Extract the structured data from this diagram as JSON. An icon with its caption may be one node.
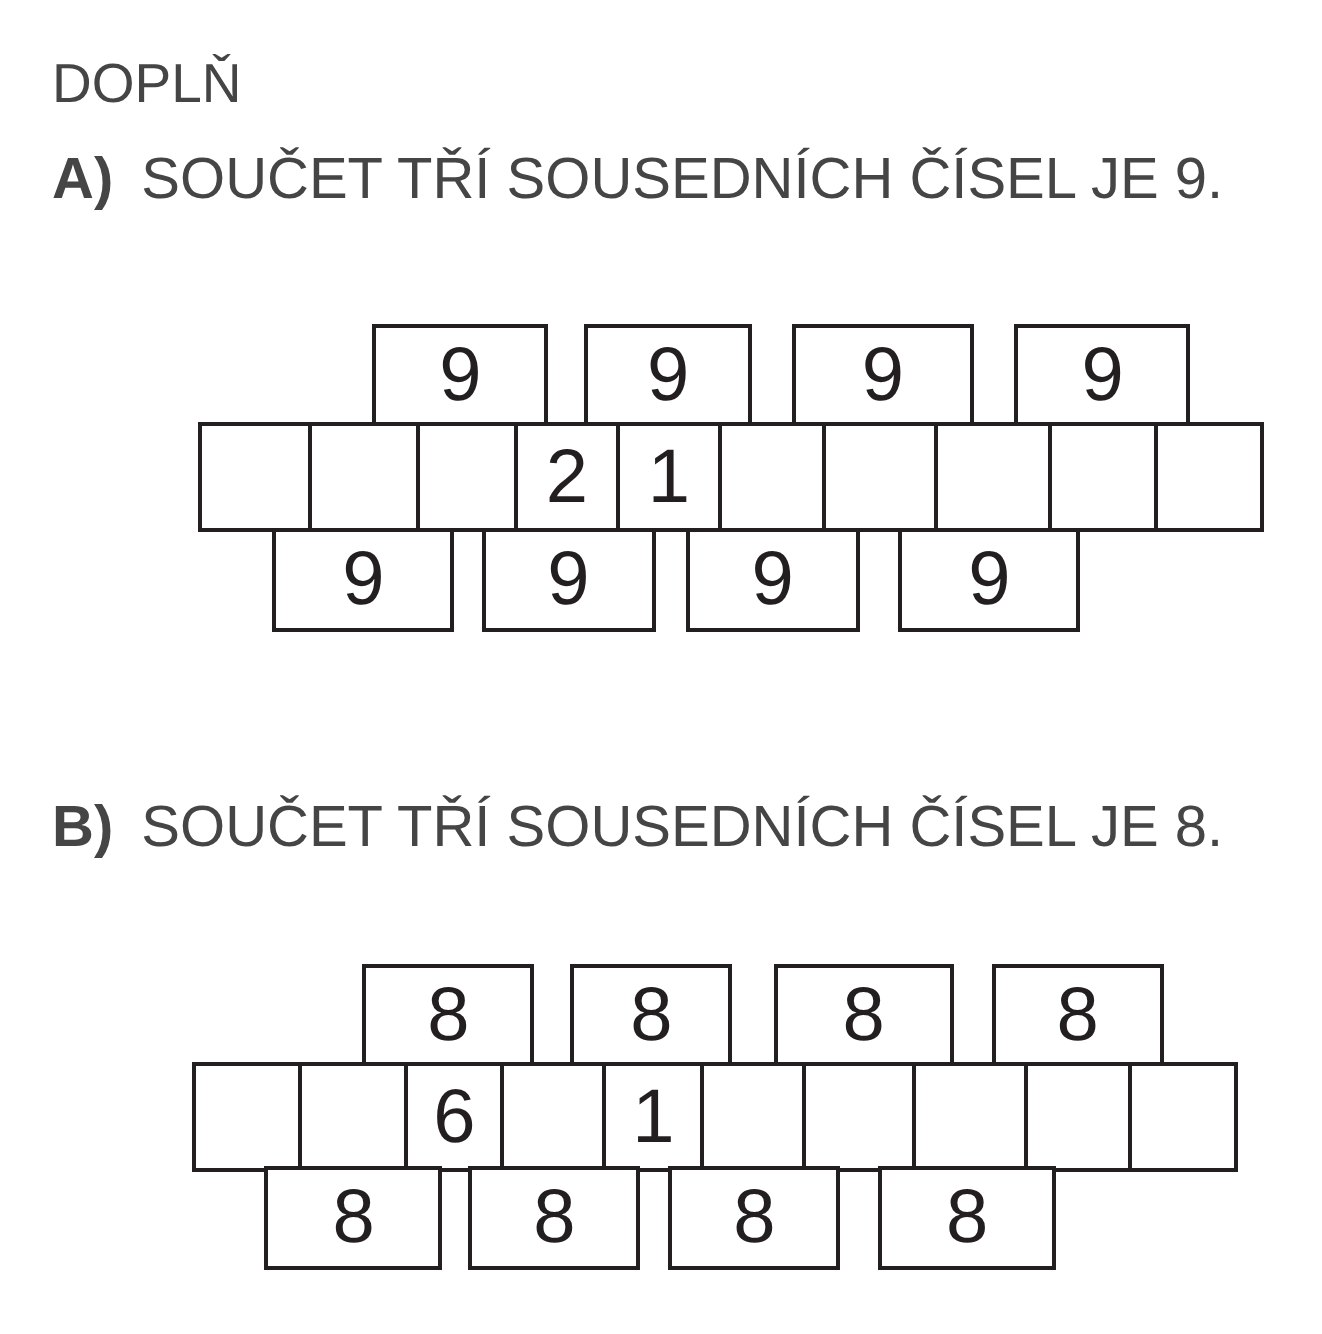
{
  "diagram": {
    "title": "DOPLŇ",
    "nodes": [
      {
        "text": [
          "9"
        ]
      },
      {
        "text": [
          "9"
        ]
      },
      {
        "text": [
          "9"
        ]
      },
      {
        "text": [
          "9"
        ]
      },
      {
        "text": [],
        "shape": "box"
      },
      {
        "text": [],
        "shape": "box"
      },
      {
        "text": [],
        "shape": "box"
      },
      {
        "text": [
          "2"
        ]
      },
      {
        "text": [
          "1"
        ]
      },
      {
        "text": [],
        "shape": "box"
      },
      {
        "text": [],
        "shape": "box"
      },
      {
        "text": [],
        "shape": "box"
      },
      {
        "text": [],
        "shape": "box"
      },
      {
        "text": [],
        "shape": "box"
      },
      {
        "text": [
          "9"
        ]
      },
      {
        "text": [
          "9"
        ]
      },
      {
        "text": [
          "9"
        ]
      },
      {
        "text": [
          "9"
        ]
      },
      {
        "text": [
          "8"
        ]
      },
      {
        "text": [
          "8"
        ]
      },
      {
        "text": [
          "8"
        ]
      },
      {
        "text": [
          "8"
        ]
      },
      {
        "text": [],
        "shape": "box"
      },
      {
        "text": [],
        "shape": "box"
      },
      {
        "text": [
          "6"
        ]
      },
      {
        "text": [],
        "shape": "box"
      },
      {
        "text": [
          "1"
        ]
      },
      {
        "text": [],
        "shape": "box"
      },
      {
        "text": [],
        "shape": "box"
      },
      {
        "text": [],
        "shape": "box"
      },
      {
        "text": [],
        "shape": "box"
      },
      {
        "text": [],
        "shape": "box"
      },
      {
        "text": [
          "8"
        ]
      },
      {
        "text": [
          "8"
        ]
      },
      {
        "text": [
          "8"
        ]
      },
      {
        "text": [
          "8"
        ]
      }
    ],
    "labels": [
      "**A)** SOUČET TŘÍ SOUSEDNÍCH ČÍSEL JE 9.",
      "**B)** SOUČET TŘÍ SOUSEDNÍCH ČÍSEL JE 8."
    ]
  }
}
